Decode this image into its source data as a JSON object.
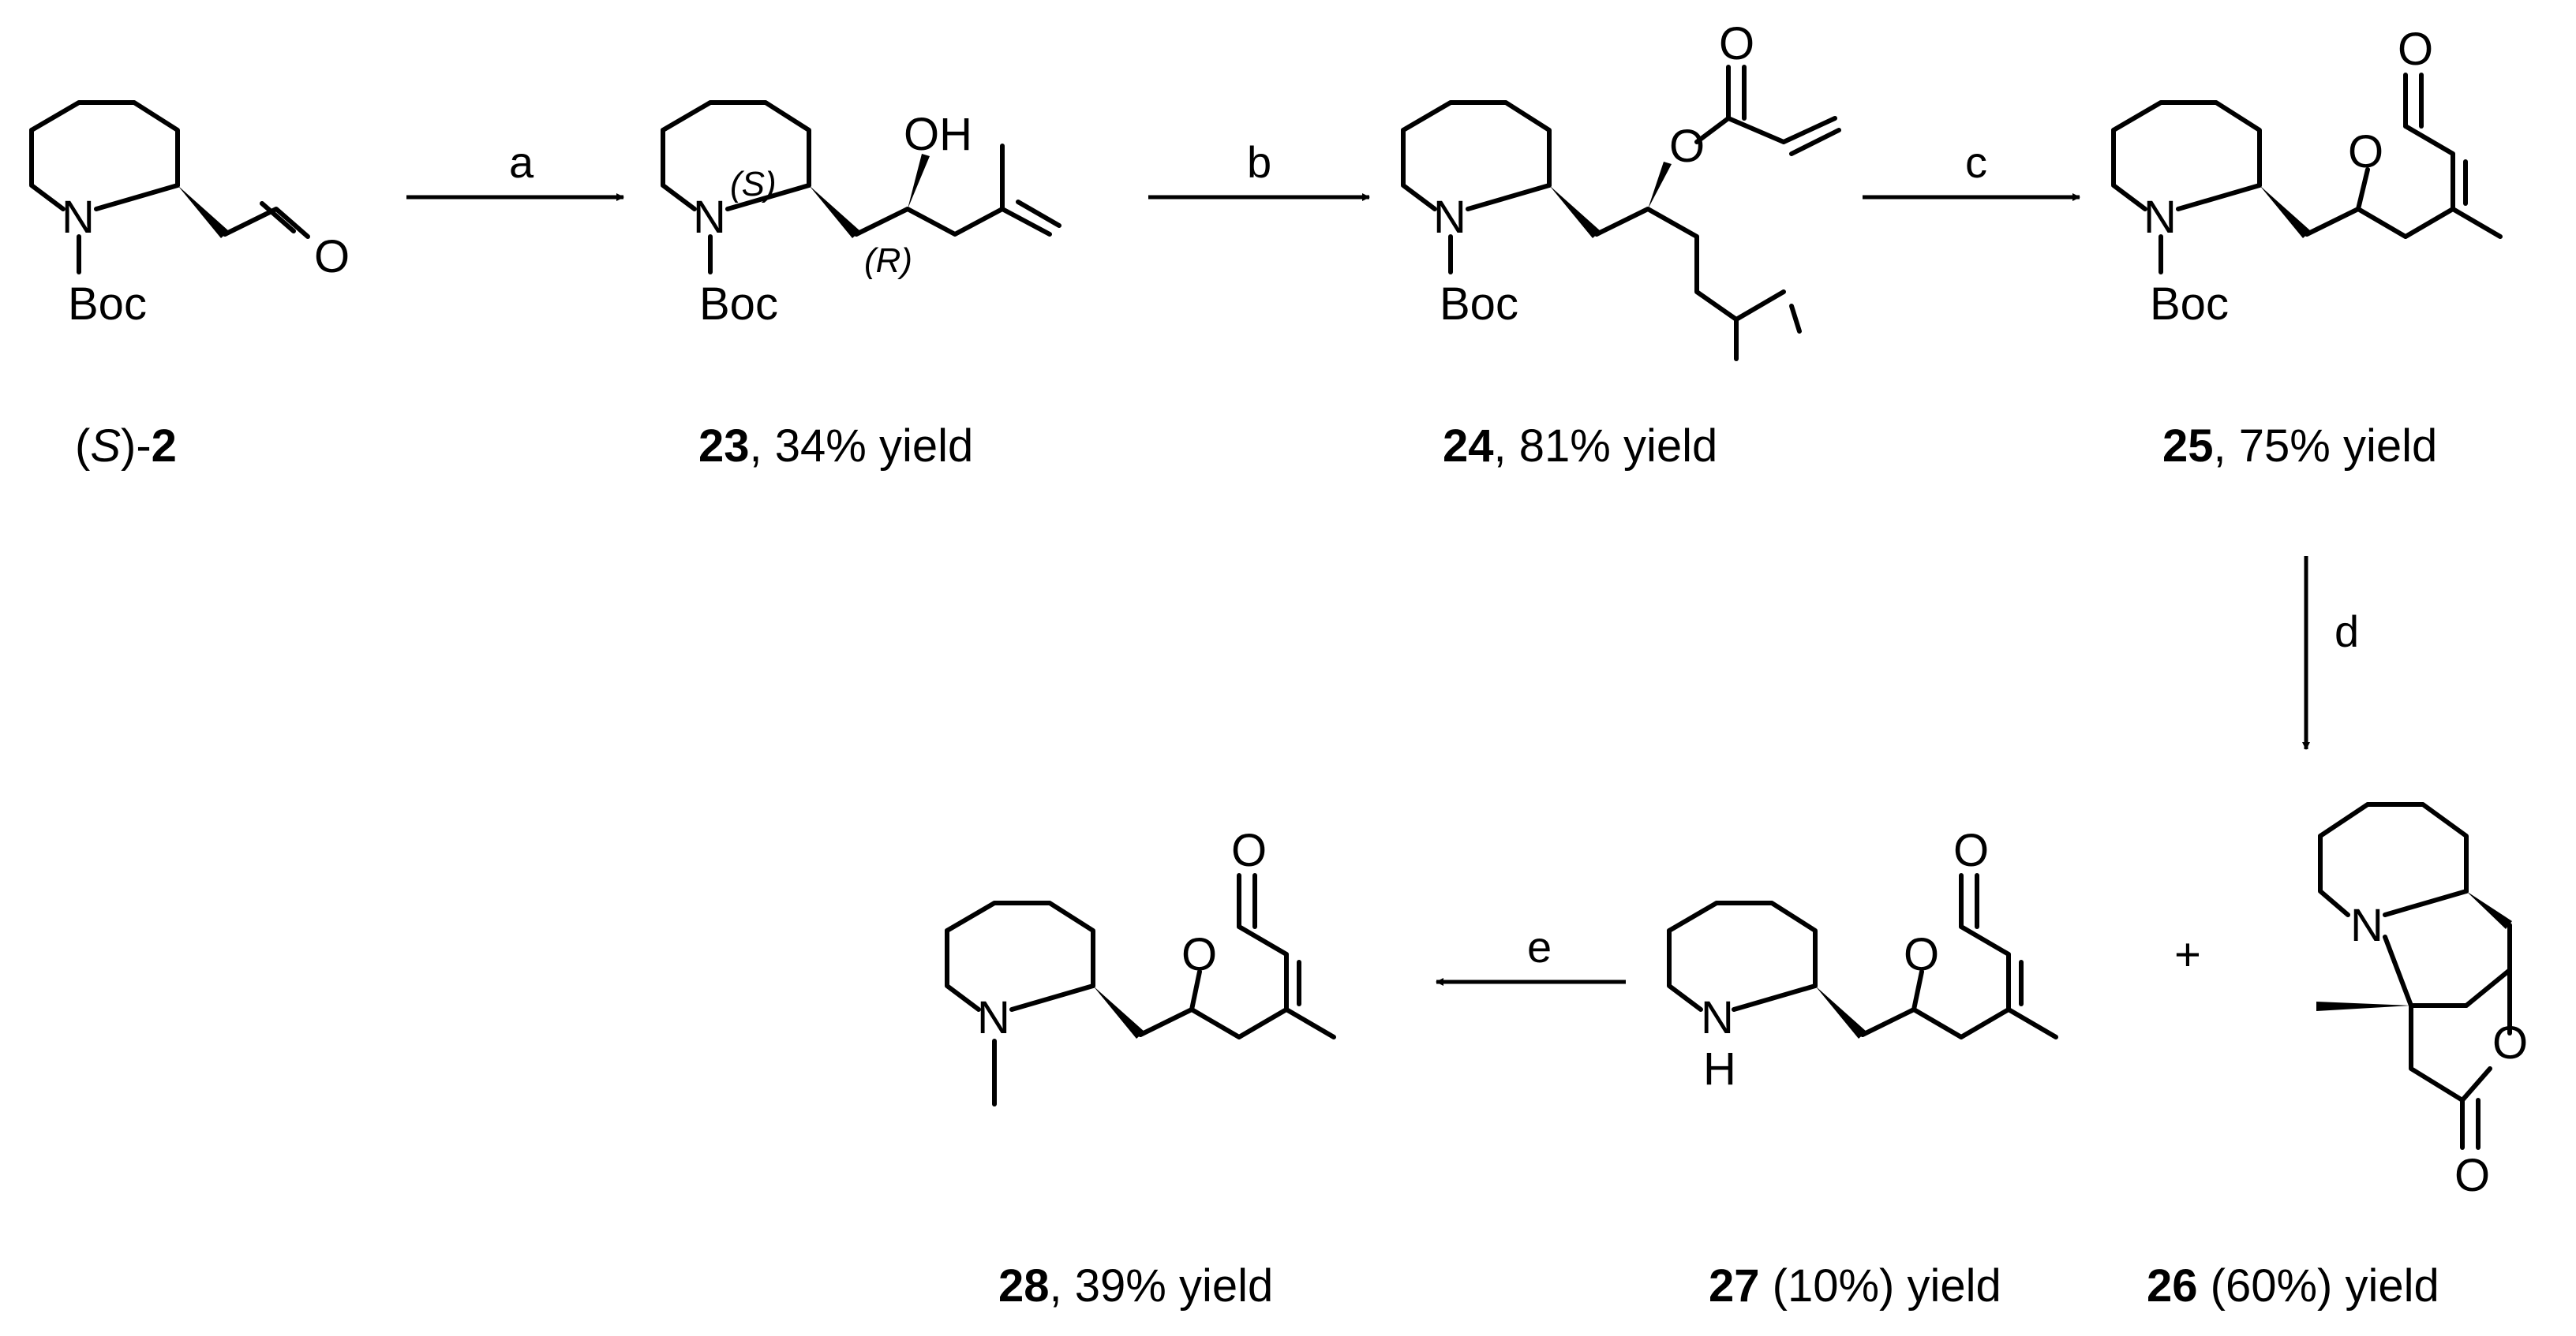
{
  "atoms": {
    "N": "N",
    "NH": "N",
    "H": "H",
    "O": "O",
    "OH": "OH",
    "Boc": "Boc"
  },
  "stereo": {
    "S": "(S)",
    "R": "(R)"
  },
  "compounds": {
    "c2": {
      "prefix": "(",
      "italic": "S",
      "suffix": ")-",
      "number": "2",
      "tail": ""
    },
    "c23": {
      "number": "23",
      "tail": ", 34% yield"
    },
    "c24": {
      "number": "24",
      "tail": ", 81% yield"
    },
    "c25": {
      "number": "25",
      "tail": ", 75% yield"
    },
    "c26": {
      "number": "26",
      "tail": " (60%) yield"
    },
    "c27": {
      "number": "27",
      "tail": " (10%) yield"
    },
    "c28": {
      "number": "28",
      "tail": ", 39% yield"
    }
  },
  "steps": {
    "a": "a",
    "b": "b",
    "c": "c",
    "d": "d",
    "e": "e"
  },
  "plus": "+"
}
